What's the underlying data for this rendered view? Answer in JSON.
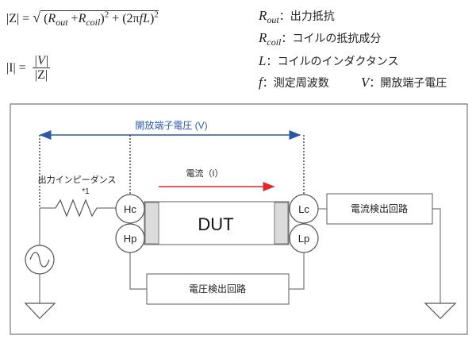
{
  "formulas": {
    "impedance": {
      "lhs": "|Z| =",
      "sqrt_symbol": "√",
      "open_paren": "(",
      "r_out_base": "R",
      "r_out_sub": "out",
      "plus1": " +",
      "r_coil_base": "R",
      "r_coil_sub": "coil",
      "close_paren_sq": ")",
      "exp1": "2",
      "plus2": " + (2π",
      "f": "f",
      "L": "L",
      "close2": ")",
      "exp2": "2"
    },
    "current": {
      "lhs": "|I| =",
      "numerator": "|V|",
      "denominator": "|Z|"
    }
  },
  "legend": [
    {
      "symbol": "R",
      "sub": "out",
      "sep": "：",
      "desc": "出力抵抗"
    },
    {
      "symbol": "R",
      "sub": "coil",
      "sep": "：",
      "desc": "コイルの抵抗成分"
    },
    {
      "symbol": "L",
      "sub": "",
      "sep": "：",
      "desc": "コイルのインダクタンス"
    },
    {
      "symbol": "f",
      "sub": "",
      "sep": "：",
      "desc": "測定周波数"
    },
    {
      "symbol": "V",
      "sub": "",
      "sep": "：",
      "desc": "開放端子電圧"
    }
  ],
  "diagram": {
    "open_voltage_label": "開放端子電圧 (V)",
    "output_impedance_label": "出力インピーダンス",
    "footnote_mark": "*1",
    "current_label": "電流（I）",
    "dut_label": "DUT",
    "terminals": {
      "hc": "Hc",
      "hp": "Hp",
      "lc": "Lc",
      "lp": "Lp"
    },
    "current_detector_label": "電流検出回路",
    "voltage_detector_label": "電圧検出回路",
    "colors": {
      "voltage_arrow": "#2b59a8",
      "current_arrow": "#e0262a",
      "line": "#777777",
      "electrode_fill": "#dcdcdc"
    }
  }
}
